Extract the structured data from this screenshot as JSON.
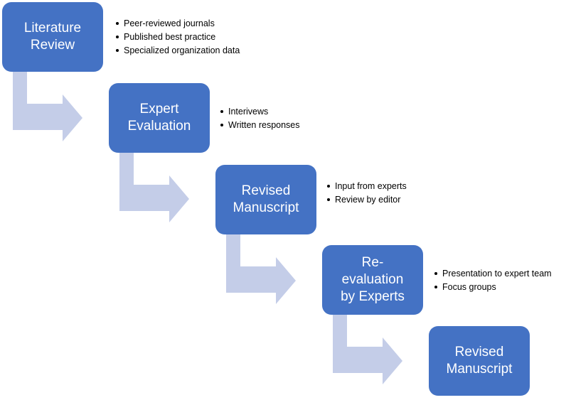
{
  "colors": {
    "step_fill": "#4472c4",
    "step_text": "#ffffff",
    "connector_fill": "#c4cde8",
    "bullet_text": "#000000"
  },
  "steps": [
    {
      "label": "Literature Review",
      "lines": [
        "Literature",
        "Review"
      ],
      "bullets": [
        "Peer-reviewed journals",
        "Published best practice",
        "Specialized organization data"
      ]
    },
    {
      "label": "Expert Evaluation",
      "lines": [
        "Expert",
        "Evaluation"
      ],
      "bullets": [
        "Interivews",
        "Written responses"
      ]
    },
    {
      "label": "Revised Manuscript",
      "lines": [
        "Revised",
        "Manuscript"
      ],
      "bullets": [
        "Input from experts",
        "Review by editor"
      ]
    },
    {
      "label": "Re-evaluation by Experts",
      "lines": [
        "Re-",
        "evaluation",
        "by Experts"
      ],
      "bullets": [
        "Presentation to expert team",
        "Focus groups"
      ]
    },
    {
      "label": "Revised Manuscript",
      "lines": [
        "Revised",
        "Manuscript"
      ],
      "bullets": []
    }
  ]
}
